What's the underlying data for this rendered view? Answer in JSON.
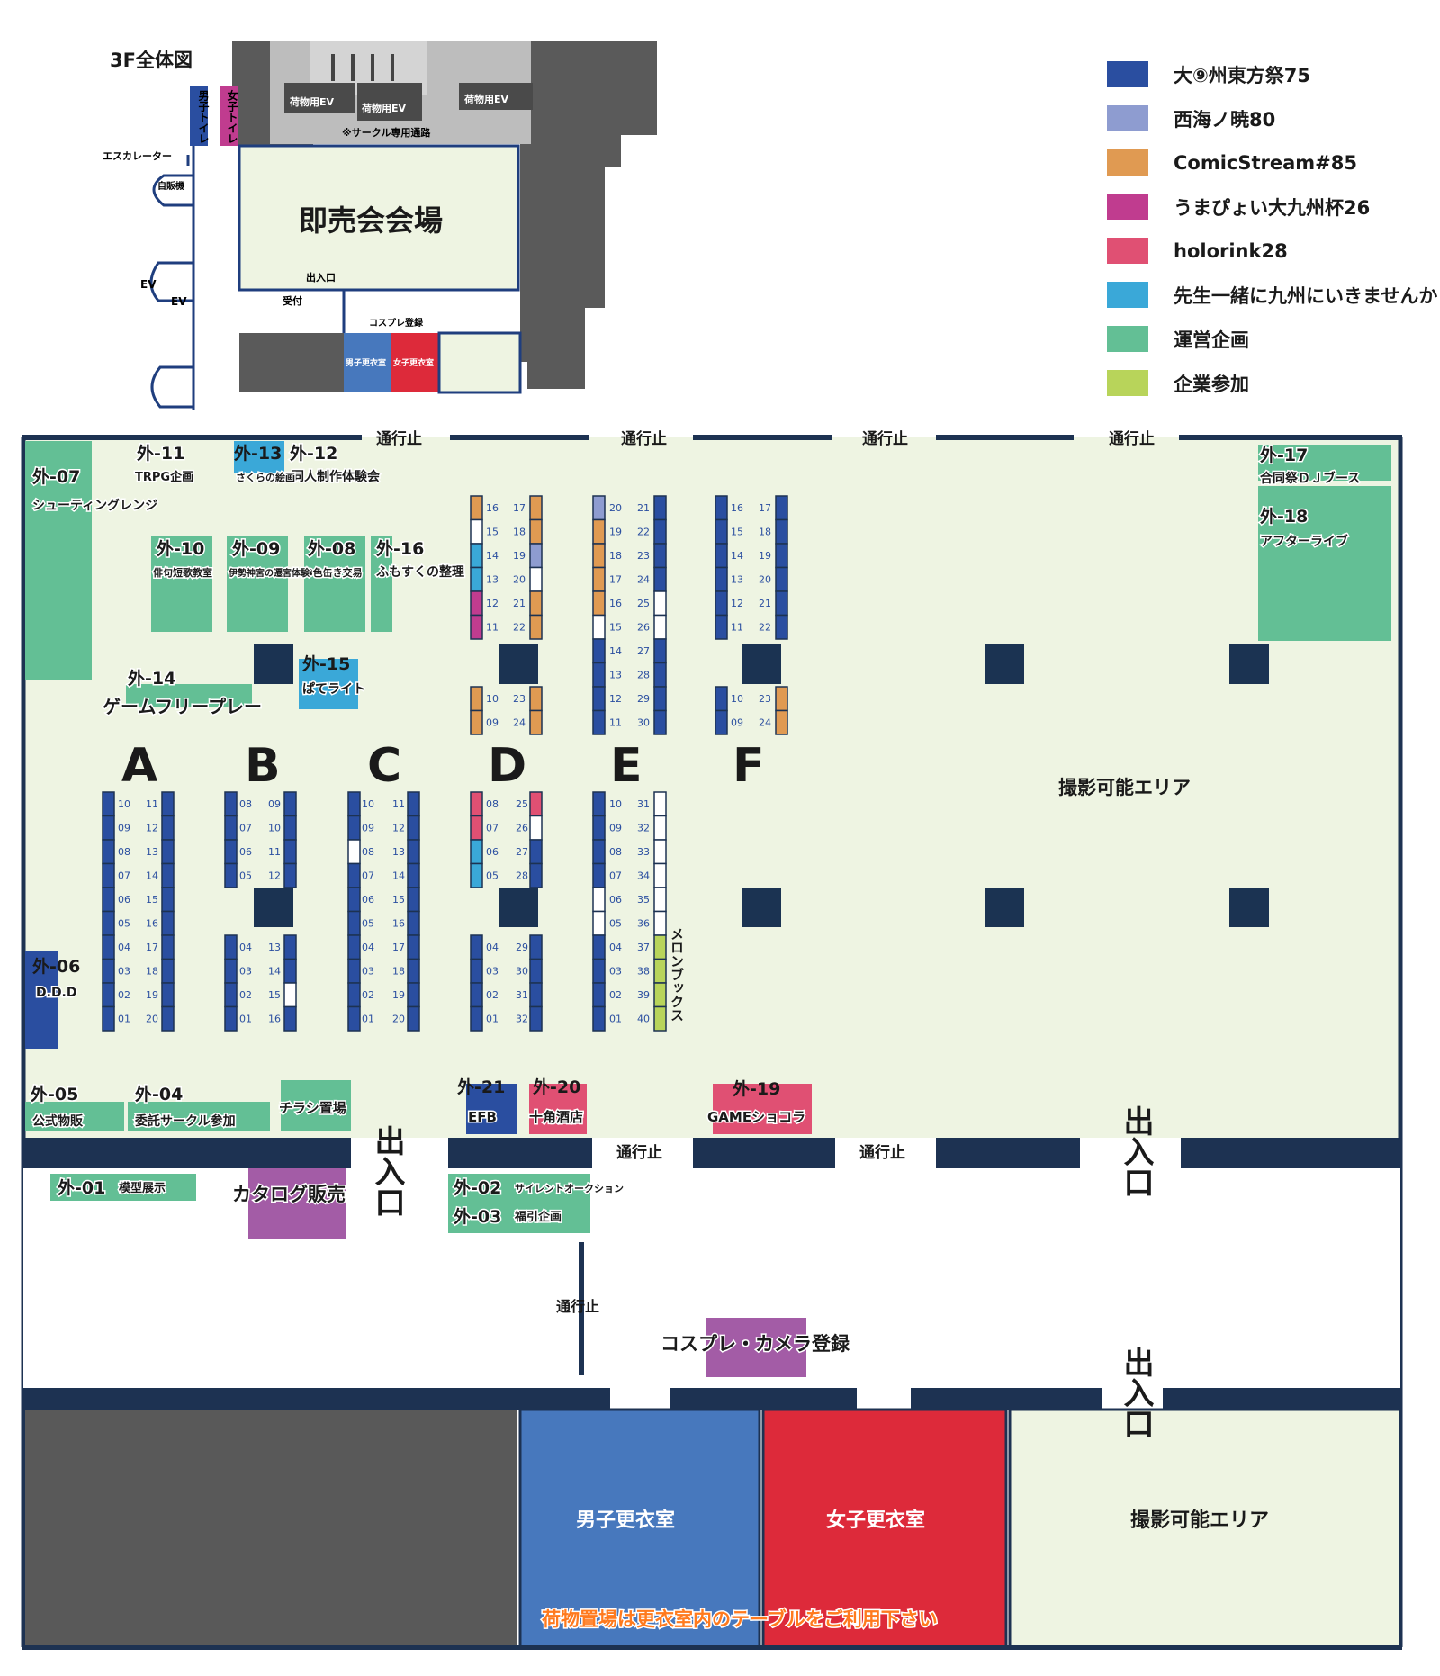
{
  "colors": {
    "floor": "#eef4e2",
    "navy": "#1f3e7e",
    "dark_wall": "#1d3252",
    "pillar": "#1b3352",
    "gray_block": "#5a5a5a",
    "light_gray": "#bdbdbd",
    "green": "#63bf95",
    "purple": "#a35ca6",
    "pink": "#e05073",
    "orange": "#e09a52",
    "light_blue": "#3aa8d8",
    "magenta": "#c03c8f",
    "lavender": "#8e9cd0",
    "yellow_green": "#b8d45a",
    "mens_room": "#4778bd",
    "womens_room": "#dd2a3a"
  },
  "legend": [
    {
      "label": "大⑨州東方祭75",
      "color": "#2a4ea0"
    },
    {
      "label": "西海ノ暁80",
      "color": "#8e9cd0"
    },
    {
      "label": "ComicStream#85",
      "color": "#e09a52"
    },
    {
      "label": "うまぴょい大九州杯26",
      "color": "#c03c8f"
    },
    {
      "label": "holorink28",
      "color": "#e05073"
    },
    {
      "label": "先生一緒に九州にいきませんか",
      "color": "#3aa8d8"
    },
    {
      "label": "運営企画",
      "color": "#63bf95"
    },
    {
      "label": "企業参加",
      "color": "#b8d45a"
    }
  ],
  "overview": {
    "title": "3F全体図",
    "main_hall": "即売会会場",
    "freight_ev_1": "荷物用EV",
    "freight_ev_2": "荷物用EV",
    "freight_ev_3": "荷物用EV",
    "circle_passage": "※サークル専用通路",
    "mens_toilet": "男子トイレ",
    "womens_toilet": "女子トイレ",
    "escalator": "エスカレーター",
    "vending": "自販機",
    "ev_1": "EV",
    "ev_2": "EV",
    "entrance": "出入口",
    "reception": "受付",
    "cosplay_reg": "コスプレ登録",
    "mens_changing": "男子更衣室",
    "womens_changing": "女子更衣室"
  },
  "floor": {
    "no_entry": "通行止",
    "exit": "出入口",
    "photo_area": "撮影可能エリア",
    "melonbooks": "メロンブックス",
    "rows": [
      "A",
      "B",
      "C",
      "D",
      "E",
      "F"
    ]
  },
  "booths": [
    {
      "code": "外-01",
      "name": "模型展示"
    },
    {
      "code": "外-02",
      "name": "サイレントオークション"
    },
    {
      "code": "外-03",
      "name": "福引企画"
    },
    {
      "code": "外-04",
      "name": "委託サークル参加"
    },
    {
      "code": "外-05",
      "name": "公式物販"
    },
    {
      "code": "外-06",
      "name": "D.D.D"
    },
    {
      "code": "外-07",
      "name": "シューティングレンジ"
    },
    {
      "code": "外-08",
      "name": "8色缶き交易"
    },
    {
      "code": "外-09",
      "name": "伊勢神宮の遷宮体験"
    },
    {
      "code": "外-10",
      "name": "俳句短歌教室"
    },
    {
      "code": "外-11",
      "name": "TRPG企画"
    },
    {
      "code": "外-12",
      "name": "同人制作体験会"
    },
    {
      "code": "外-13",
      "name": "さくらの絵画"
    },
    {
      "code": "外-14",
      "name": "ゲームフリープレー"
    },
    {
      "code": "外-15",
      "name": "ぱてライト"
    },
    {
      "code": "外-16",
      "name": "ふもすくの整理"
    },
    {
      "code": "外-17",
      "name": "合同祭ＤＪブース"
    },
    {
      "code": "外-18",
      "name": "アフターライブ"
    },
    {
      "code": "外-19",
      "name": "GAMEショコラ"
    },
    {
      "code": "外-20",
      "name": "十角酒店"
    },
    {
      "code": "外-21",
      "name": "EFB"
    }
  ],
  "areas": {
    "catalog": "カタログ販売",
    "flyer": "チラシ置場",
    "cosplay_camera": "コスプレ・カメラ登録",
    "mens_changing": "男子更衣室",
    "womens_changing": "女子更衣室",
    "photo_area_2": "撮影可能エリア",
    "luggage_note": "荷物置場は更衣室内のテーブルをご利用下さい"
  }
}
